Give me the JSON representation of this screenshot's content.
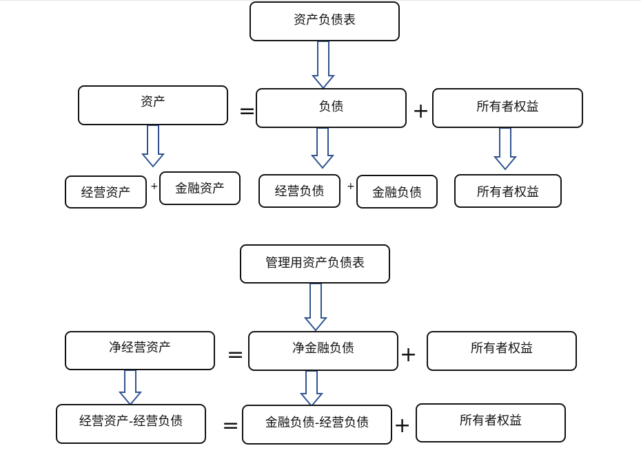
{
  "top": {
    "title": "资产负债表",
    "assets": "资产",
    "liabilities": "负债",
    "equity": "所有者权益",
    "equals": "=",
    "plus": "+",
    "operating_assets": "经营资产",
    "financial_assets": "金融资产",
    "operating_liabilities": "经营负债",
    "financial_liabilities": "金融负债",
    "equity_detail": "所有者权益"
  },
  "bottom": {
    "title": "管理用资产负债表",
    "net_operating_assets": "净经营资产",
    "net_financial_liabilities": "净金融负债",
    "equity": "所有者权益",
    "equals": "=",
    "plus": "+",
    "noa_formula": "经营资产-经营负债",
    "nfl_formula": "金融负债-经营负债",
    "equity_detail": "所有者权益"
  },
  "colors": {
    "arrow_stroke": "#2f528f",
    "box_border": "#111111"
  }
}
